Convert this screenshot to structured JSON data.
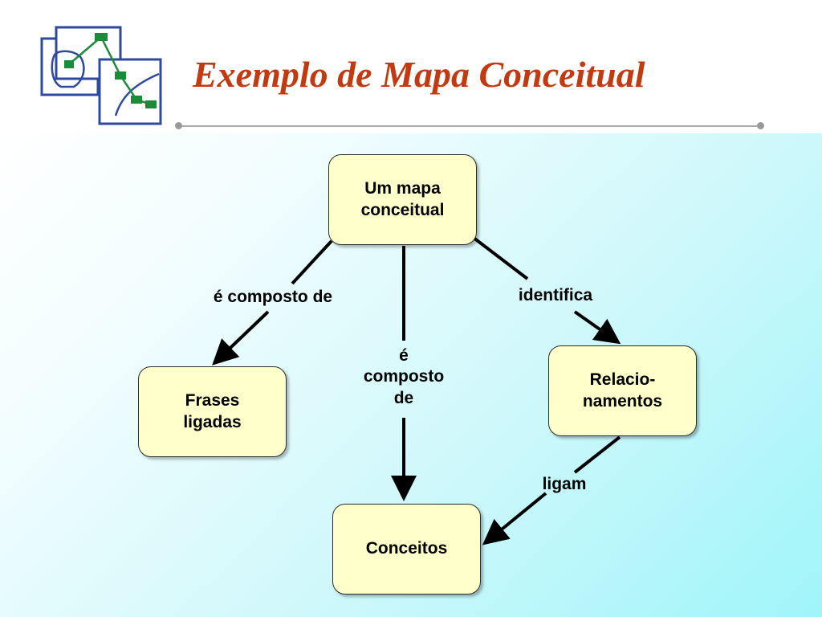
{
  "slide": {
    "title": "Exemplo de Mapa Conceitual",
    "logo_icon": "concept-map-logo-icon",
    "colors": {
      "title": "#c23a10",
      "node_fill": "#ffffcc",
      "logo_blue": "#2e4a9c",
      "logo_green": "#1d8a3a"
    }
  },
  "nodes": {
    "mapa": "Um mapa\nconceitual",
    "frases": "Frases\nligadas",
    "relacionamentos": "Relacio-\nnamentos",
    "conceitos": "Conceitos"
  },
  "links": {
    "composto_esq": "é composto de",
    "composto_meio": "é\ncomposto\nde",
    "identifica": "identifica",
    "ligam": "ligam"
  }
}
